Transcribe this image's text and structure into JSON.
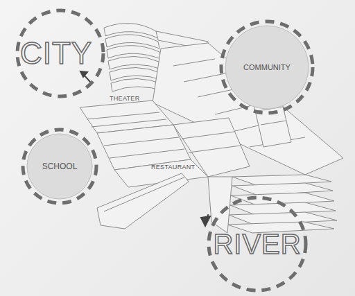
{
  "diagram": {
    "nodes": [
      {
        "text": [
          "CITY"
        ]
      },
      {
        "text": [
          "COMMUNITY"
        ]
      },
      {
        "text": [
          "SCHOOL"
        ]
      },
      {
        "text": [
          "RIVER"
        ]
      }
    ],
    "labels": [
      "THEATER",
      "RESTAURANT"
    ]
  }
}
